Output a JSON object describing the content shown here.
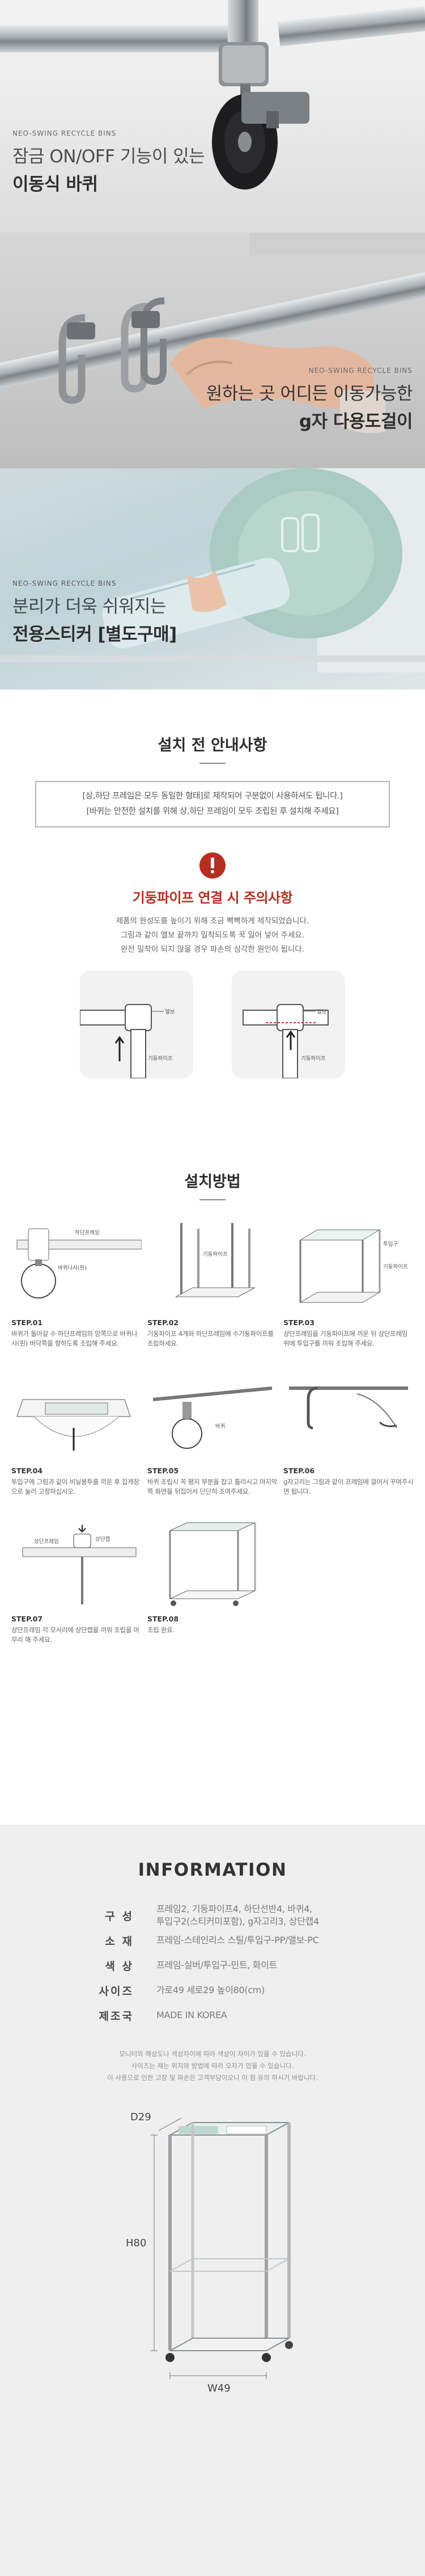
{
  "features": [
    {
      "brand": "NEO-SWING RECYCLE BINS",
      "line1": "잠금 ON/OFF 기능이 있는",
      "line2": "이동식 바퀴"
    },
    {
      "brand": "NEO-SWING RECYCLE BINS",
      "line1": "원하는 곳 어디든 이동가능한",
      "line2": "g자 다용도걸이"
    },
    {
      "brand": "NEO-SWING RECYCLE BINS",
      "line1": "분리가 더욱 쉬워지는",
      "line2": "전용스티커 [별도구매]"
    }
  ],
  "preinstall": {
    "title": "설치 전 안내사항",
    "notice_line1": "[상,하단 프레임은 모두 동일한 형태]로 제작되어 구분없이 사용하셔도 됩니다.]",
    "notice_line2": "[바퀴는 안전한 설치를 위해 상,하단 프레임이 모두 조립된 후 설치해 주세요]",
    "warning_title": "기둥파이프 연결 시 주의사항",
    "warning_body": [
      "제품의 완성도를 높이기 위해 조금 빡빡하게 제작되었습니다.",
      "그림과 같이 앨보 끝까지 밀착되도록 꾹 밀어 넣어 주세요.",
      "완전 밀착이 되지 않을 경우 파손의 심각한 원인이 됩니다."
    ],
    "diagram_labels": {
      "elbow": "앨보",
      "pipe": "기둥파이프"
    }
  },
  "install": {
    "title": "설치방법",
    "steps": [
      {
        "label": "STEP.01",
        "desc": "바퀴가 돌아갈 수 하단프레임의 앙쪽으로 바퀴나사(핀) 바닥쪽을 향하도록 조립해 주세요."
      },
      {
        "label": "STEP.02",
        "desc": "기둥파이프 4개와 하단프레임에 수기둥파이프를 조립하세요."
      },
      {
        "label": "STEP.03",
        "desc": "상단프레임을 기둥파이프에 끼운 뒤 상단프레임 위에 투입구를 끼워 조립해 주세요."
      },
      {
        "label": "STEP.04",
        "desc": "투입구에 그림과 같이 비닐봉투를 끼운 후 집게장으로 눌러 고정하십시오."
      },
      {
        "label": "STEP.05",
        "desc": "바퀴 조립시 꼭 평지 부분을 잡고 틀리시고 마지막쪽 화면을 뒤집어서 단단히 조여주세요."
      },
      {
        "label": "STEP.06",
        "desc": "g자고리는 그림과 같이 프레임에 걸어서 꾸며주시면 됩니다."
      },
      {
        "label": "STEP.07",
        "desc": "상단프레임 각 모서리에 상단캡을 끼워 조립을 마무리 해 주세요."
      },
      {
        "label": "STEP.08",
        "desc": "조립 완료."
      }
    ],
    "diagram_labels": {
      "wheel": "바퀴",
      "wheel_screw": "바퀴나사(핀)",
      "lower_frame": "하단프레임",
      "pillar": "기둥파이프",
      "upper_frame": "상단프레임",
      "inlet": "투입구",
      "top_cap": "상단캡"
    }
  },
  "information": {
    "title": "INFORMATION",
    "rows": [
      {
        "key": "구 성",
        "value": [
          "프레임2, 기둥파이프4, 하단선반4, 바퀴4,",
          "투입구2(스티커미포함), g자고리3, 상단캡4"
        ]
      },
      {
        "key": "소 재",
        "value": [
          "프레임-스테인리스 스틸/투입구-PP/앨보-PC"
        ]
      },
      {
        "key": "색 상",
        "value": [
          "프레임-실버/투입구-민트, 화이트"
        ]
      },
      {
        "key": "사이즈",
        "value": [
          "가로49 세로29 높이80(cm)"
        ]
      },
      {
        "key": "제조국",
        "value": [
          "MADE IN KOREA"
        ]
      }
    ],
    "note": [
      "모니터의 해상도나 색상차이에 따라 색상이 차이가 있을 수 있습니다.",
      "사이즈는 재는 위치와 방법에 따라 오차가 있을 수 있습니다.",
      "이 사용으로 인한 고장 및 파손은 고객부담이오니 이 점 유의 하시기 바랍니다."
    ],
    "dimensions": {
      "depth": "D29",
      "height": "H80",
      "width": "W49"
    }
  },
  "colors": {
    "accent_red": "#b52e22",
    "mint": "#b9d6cc",
    "steel": "#b8bcbf"
  }
}
